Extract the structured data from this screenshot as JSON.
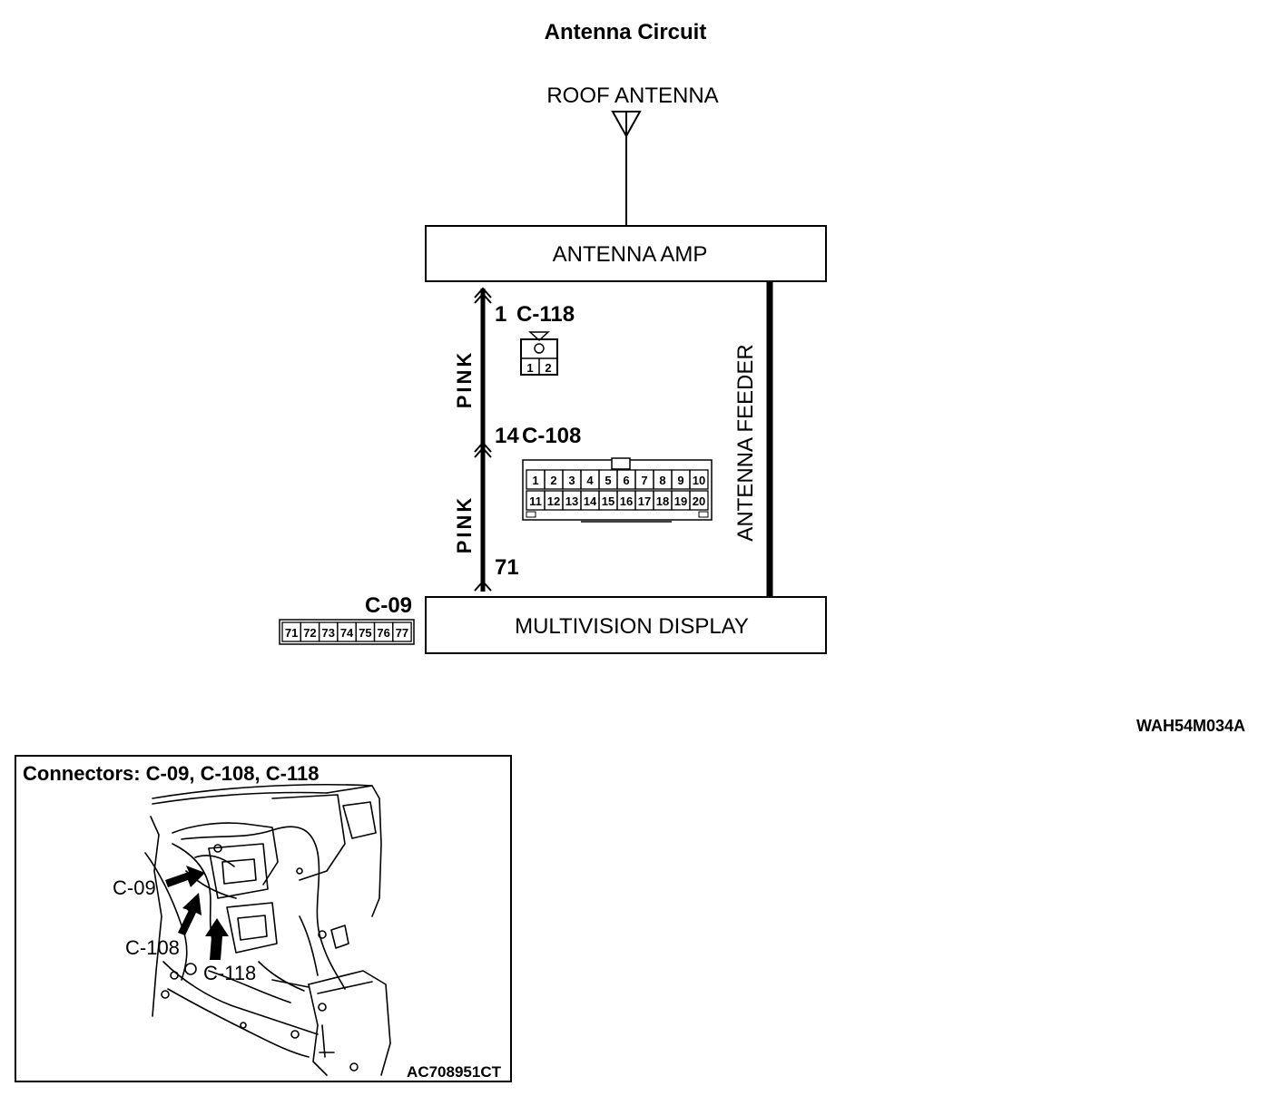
{
  "title": "Antenna Circuit",
  "roof_antenna_label": "ROOF ANTENNA",
  "antenna_amp_label": "ANTENNA AMP",
  "multivision_display_label": "MULTIVISION DISPLAY",
  "antenna_feeder_label": "ANTENNA FEEDER",
  "wire_upper_color": "PINK",
  "wire_lower_color": "PINK",
  "pin_c118": "1",
  "connector_c118": "C-118",
  "pin_c108": "14",
  "connector_c108": "C-108",
  "pin_c09": "71",
  "connector_c09": "C-09",
  "c118_pins": [
    "1",
    "2"
  ],
  "c108_pins_top": [
    "1",
    "2",
    "3",
    "4",
    "5",
    "6",
    "7",
    "8",
    "9",
    "10"
  ],
  "c108_pins_bottom": [
    "11",
    "12",
    "13",
    "14",
    "15",
    "16",
    "17",
    "18",
    "19",
    "20"
  ],
  "c09_pins": [
    "71",
    "72",
    "73",
    "74",
    "75",
    "76",
    "77"
  ],
  "diagram_ref": "WAH54M034A",
  "inset": {
    "title": "Connectors: C-09, C-108, C-118",
    "label_c09": "C-09",
    "label_c108": "C-108",
    "label_c118": "C-118",
    "ref_code": "AC708951CT"
  }
}
